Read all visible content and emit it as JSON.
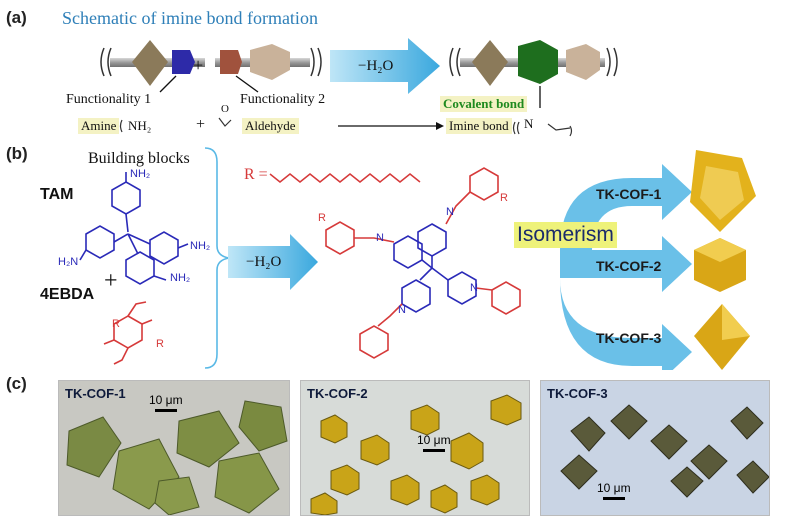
{
  "panel_a": {
    "label": "(a)",
    "title": "Schematic of imine bond formation",
    "functionality_1": "Functionality  1",
    "functionality_2": "Functionality  2",
    "plus": "+",
    "arrow_label": "−H₂O",
    "covalent_bond": "Covalent bond",
    "imine_bond": "Imine bond",
    "amine": "Amine",
    "nh2": "NH₂",
    "aldehyde": "Aldehyde",
    "o_label": "O",
    "n_label": "N"
  },
  "panel_b": {
    "label": "(b)",
    "building_blocks": "Building blocks",
    "tam": "TAM",
    "ebda": "4EBDA",
    "plus": "+",
    "nh2": "NH₂",
    "h2n": "H₂N",
    "r_def": "R =",
    "r": "R",
    "n": "N",
    "arrow_label": "−H₂O",
    "isomerism": "Isomerism",
    "cofs": [
      "TK-COF-1",
      "TK-COF-2",
      "TK-COF-3"
    ]
  },
  "panel_c": {
    "label": "(c)",
    "photos": [
      {
        "label": "TK-COF-1",
        "scale": "10 μm"
      },
      {
        "label": "TK-COF-2",
        "scale": "10 μm"
      },
      {
        "label": "TK-COF-3",
        "scale": "10 μm"
      }
    ]
  },
  "colors": {
    "blue_arrow": "#5ab9e6",
    "amine_blue": "#2a2ab8",
    "aldehyde_red": "#d63a3a",
    "crystal_gold": "#e3b21c"
  }
}
